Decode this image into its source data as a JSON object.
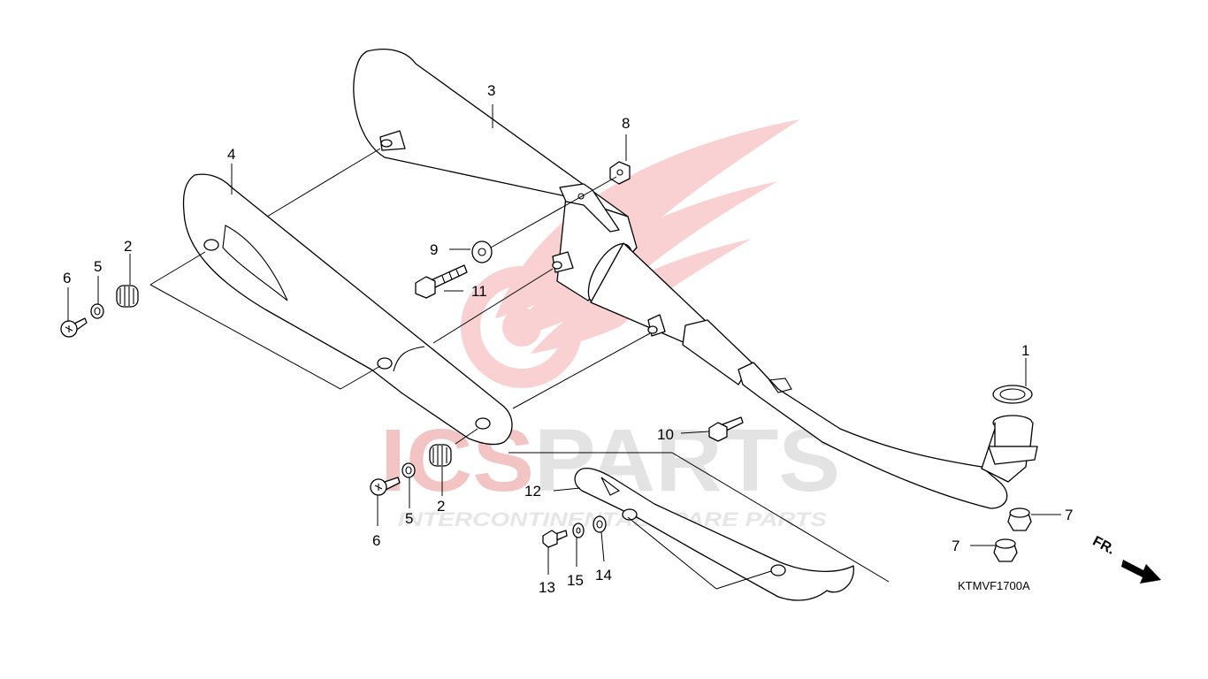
{
  "watermark": {
    "brand_part_a": "ICS",
    "brand_part_b": "PARTS",
    "tagline_part_a": "INTERCONTINENTAL",
    "tagline_part_b": "SPARE PARTS",
    "brand_color": "#e31e24",
    "text_color": "#e3e3e3",
    "logo_icon": "wing-gear-logo-icon"
  },
  "callouts": {
    "c1": "1",
    "c2a": "2",
    "c2b": "2",
    "c3": "3",
    "c4": "4",
    "c5a": "5",
    "c5b": "5",
    "c6a": "6",
    "c6b": "6",
    "c7a": "7",
    "c7b": "7",
    "c8": "8",
    "c9": "9",
    "c10": "10",
    "c11": "11",
    "c12": "12",
    "c13": "13",
    "c14": "14",
    "c15": "15"
  },
  "diagram_code": "KTMVF1700A",
  "direction_label": "FR."
}
